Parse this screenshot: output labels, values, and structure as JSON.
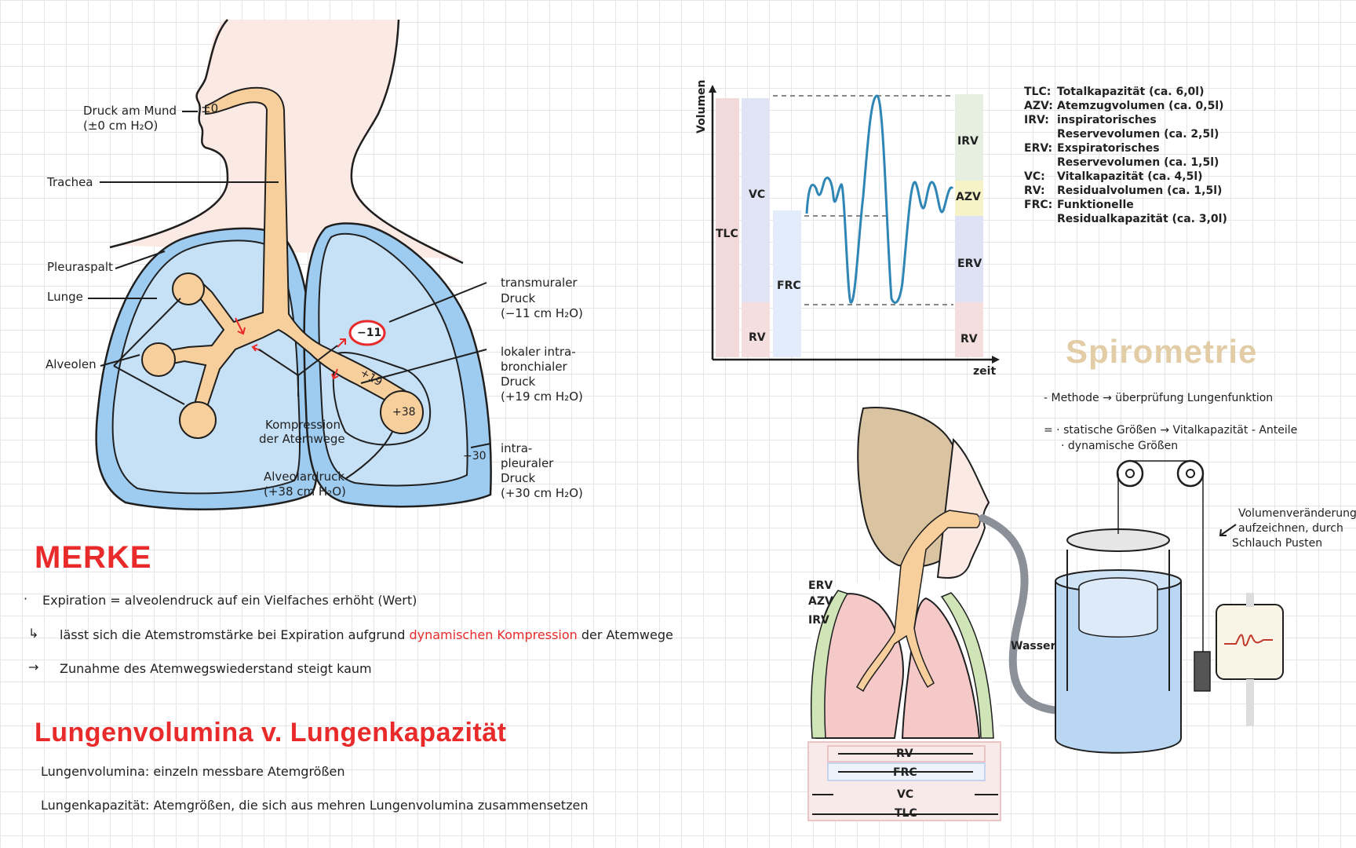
{
  "lung_diagram": {
    "labels": {
      "druck_am_mund_1": "Druck am Mund",
      "druck_am_mund_2": "(±0 cm H₂O)",
      "pm_zero": "±0",
      "trachea": "Trachea",
      "pleuraspalt": "Pleuraspalt",
      "lunge": "Lunge",
      "alveolen": "Alveolen",
      "kompression_1": "Kompression",
      "kompression_2": "der Atemwege",
      "alveolardruck_1": "Alveolardruck",
      "alveolardruck_2": "(+38 cm H₂O)",
      "transmural_1": "transmuraler",
      "transmural_2": "Druck",
      "transmural_3": "(−11 cm H₂O)",
      "lokal_1": "lokaler intra-",
      "lokal_2": "bronchialer",
      "lokal_3": "Druck",
      "lokal_4": "(+19 cm H₂O)",
      "intra_1": "intra-",
      "intra_2": "pleuraler",
      "intra_3": "Druck",
      "intra_4": "(+30 cm H₂O)",
      "val_minus11": "−11",
      "val_plus19": "+19",
      "val_plus38": "+38",
      "val_plus30": "+30"
    },
    "colors": {
      "lung": "#b9d7f2",
      "lung_outline": "#1f1f1f",
      "airway": "#f6cf9d",
      "skin": "#fbe9e4",
      "pleura": "#9ecbf0"
    }
  },
  "merke": {
    "title": "MERKE",
    "line1": "Expiration = alveolendruck auf ein Vielfaches erhöht (Wert)",
    "line2_a": "lässt sich die Atemstromstärke bei Expiration aufgrund",
    "line2_b": "dynamischen Kompression",
    "line2_c": "der Atemwege",
    "line3": "Zunahme des Atemwegswiederstand steigt kaum",
    "bullet1": "·",
    "bullet2": "↳",
    "bullet3": "→"
  },
  "volumina": {
    "title": "Lungenvolumina v. Lungenkapazität",
    "def1": "Lungenvolumina: einzeln messbare Atemgrößen",
    "def2": "Lungenkapazität: Atemgrößen, die sich aus mehren Lungenvolumina zusammensetzen"
  },
  "chart_data": {
    "type": "line",
    "ylabel": "Volumen",
    "xlabel": "zeit",
    "bars": [
      "TLC",
      "VC",
      "FRC",
      "RV"
    ],
    "right_labels": [
      "IRV",
      "AZV",
      "ERV",
      "RV"
    ],
    "colors": {
      "tlc": "#f3dada",
      "vc": "#e1e4f4",
      "frc": "#e3ecfb",
      "irv": "#e6efe0",
      "azv": "#f6f3c9",
      "erv": "#dfe2f4",
      "rv": "#f5dede",
      "trace": "#2f86b4"
    }
  },
  "legend": [
    {
      "key": "TLC:",
      "text": "Totalkapazität (ca. 6,0l)"
    },
    {
      "key": "AZV:",
      "text": "Atemzugvolumen (ca. 0,5l)"
    },
    {
      "key": "IRV:",
      "text": "inspiratorisches"
    },
    {
      "key": "",
      "text": "Reservevolumen (ca. 2,5l)"
    },
    {
      "key": "ERV:",
      "text": "Exspiratorisches"
    },
    {
      "key": "",
      "text": "Reservevolumen (ca. 1,5l)"
    },
    {
      "key": "VC:",
      "text": "Vitalkapazität (ca. 4,5l)"
    },
    {
      "key": "RV:",
      "text": "Residualvolumen (ca. 1,5l)"
    },
    {
      "key": "FRC:",
      "text": "Funktionelle"
    },
    {
      "key": "",
      "text": "Residualkapazität (ca. 3,0l)"
    }
  ],
  "spirometrie": {
    "title": "Spirometrie",
    "item1": "- Methode → überprüfung Lungenfunktion",
    "item2": "= · statische Größen → Vitalkapazität - Anteile",
    "item3": "· dynamische Größen",
    "note1": "Volumenveränderung",
    "note2": "aufzeichnen, durch",
    "note3": "Schlauch Pusten",
    "wasser": "Wasser",
    "erv": "ERV",
    "azv": "AZV",
    "irv": "IRV",
    "rv": "RV",
    "frc": "FRC",
    "vc": "VC",
    "tlc": "TLC"
  }
}
